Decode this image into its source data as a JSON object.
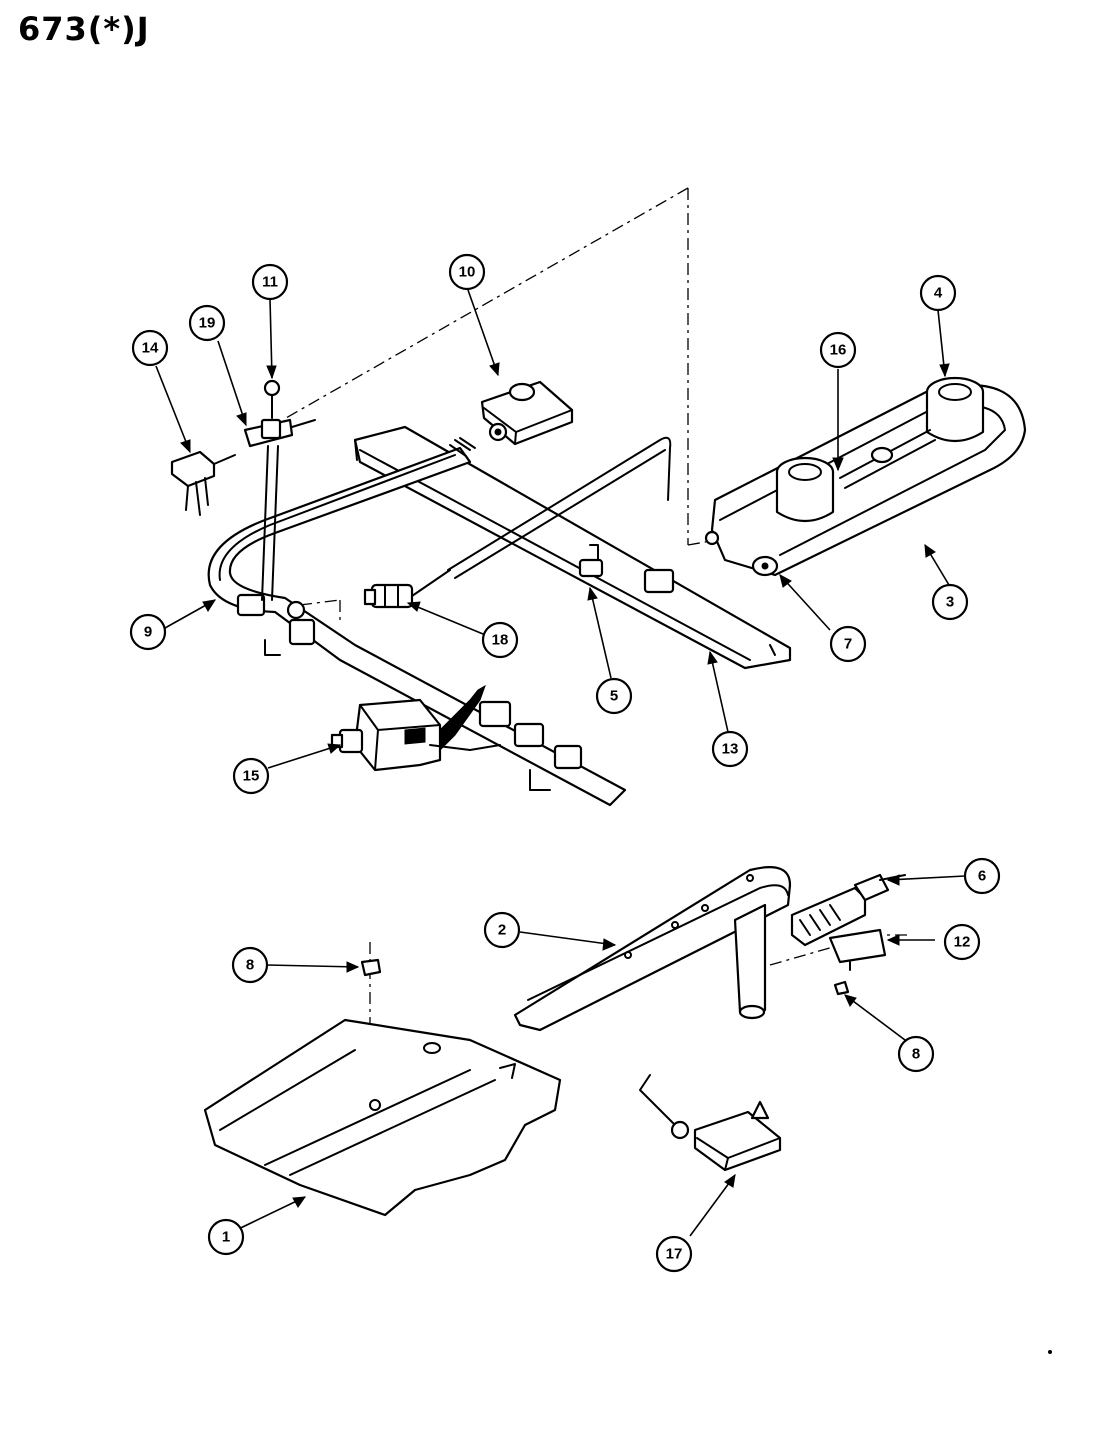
{
  "header": {
    "model_code": "673(*)J"
  },
  "callouts": [
    {
      "id": "c1",
      "label": "1"
    },
    {
      "id": "c2",
      "label": "2"
    },
    {
      "id": "c3",
      "label": "3"
    },
    {
      "id": "c4",
      "label": "4"
    },
    {
      "id": "c5",
      "label": "5"
    },
    {
      "id": "c6",
      "label": "6"
    },
    {
      "id": "c7",
      "label": "7"
    },
    {
      "id": "c8a",
      "label": "8"
    },
    {
      "id": "c8b",
      "label": "8"
    },
    {
      "id": "c9",
      "label": "9"
    },
    {
      "id": "c10",
      "label": "10"
    },
    {
      "id": "c11",
      "label": "11"
    },
    {
      "id": "c12",
      "label": "12"
    },
    {
      "id": "c13",
      "label": "13"
    },
    {
      "id": "c14",
      "label": "14"
    },
    {
      "id": "c15",
      "label": "15"
    },
    {
      "id": "c16",
      "label": "16"
    },
    {
      "id": "c17",
      "label": "17"
    },
    {
      "id": "c18",
      "label": "18"
    },
    {
      "id": "c19",
      "label": "19"
    }
  ]
}
